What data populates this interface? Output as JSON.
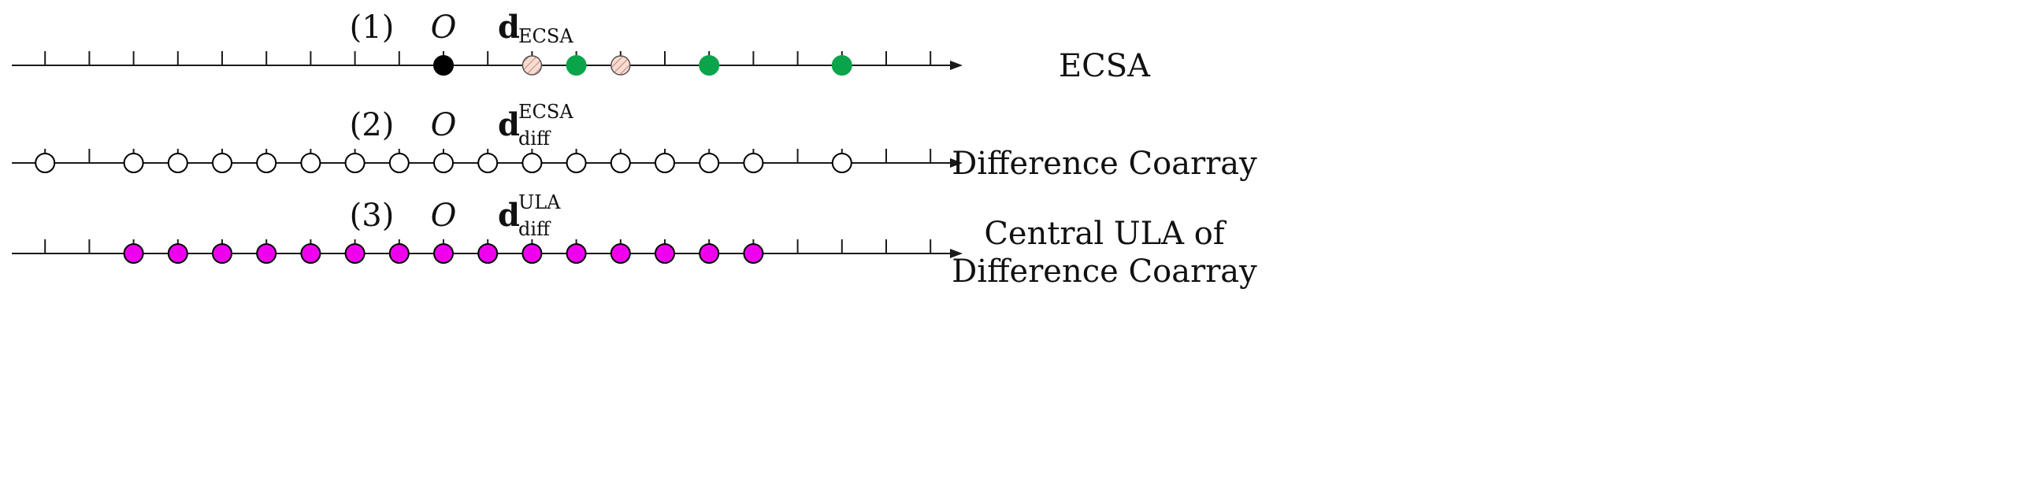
{
  "rows": [
    {
      "id": "row-1",
      "number": "(1)",
      "origin": "O",
      "vector_base": "d",
      "vector_sub": "ECSA",
      "vector_sup": "",
      "right_label_lines": [
        "ECSA"
      ],
      "tick_positions": [
        -9,
        -8,
        -7,
        -6,
        -5,
        -4,
        -3,
        -2,
        -1,
        0,
        1,
        2,
        3,
        4,
        5,
        6,
        7,
        8,
        9,
        10,
        11
      ],
      "markers": [
        {
          "pos": 0,
          "style": "black"
        },
        {
          "pos": 2,
          "style": "hatched"
        },
        {
          "pos": 3,
          "style": "green"
        },
        {
          "pos": 4,
          "style": "hatched"
        },
        {
          "pos": 6,
          "style": "green"
        },
        {
          "pos": 9,
          "style": "green"
        }
      ]
    },
    {
      "id": "row-2",
      "number": "(2)",
      "origin": "O",
      "vector_base": "d",
      "vector_sub": "diff",
      "vector_sup": "ECSA",
      "right_label_lines": [
        "Difference Coarray"
      ],
      "tick_positions": [
        -9,
        -8,
        -7,
        -6,
        -5,
        -4,
        -3,
        -2,
        -1,
        0,
        1,
        2,
        3,
        4,
        5,
        6,
        7,
        8,
        9,
        10,
        11
      ],
      "markers": [
        {
          "pos": -9,
          "style": "white"
        },
        {
          "pos": -7,
          "style": "white"
        },
        {
          "pos": -6,
          "style": "white"
        },
        {
          "pos": -5,
          "style": "white"
        },
        {
          "pos": -4,
          "style": "white"
        },
        {
          "pos": -3,
          "style": "white"
        },
        {
          "pos": -2,
          "style": "white"
        },
        {
          "pos": -1,
          "style": "white"
        },
        {
          "pos": 0,
          "style": "white"
        },
        {
          "pos": 1,
          "style": "white"
        },
        {
          "pos": 2,
          "style": "white"
        },
        {
          "pos": 3,
          "style": "white"
        },
        {
          "pos": 4,
          "style": "white"
        },
        {
          "pos": 5,
          "style": "white"
        },
        {
          "pos": 6,
          "style": "white"
        },
        {
          "pos": 7,
          "style": "white"
        },
        {
          "pos": 9,
          "style": "white"
        }
      ]
    },
    {
      "id": "row-3",
      "number": "(3)",
      "origin": "O",
      "vector_base": "d",
      "vector_sub": "diff",
      "vector_sup": "ULA",
      "right_label_lines": [
        "Central ULA of",
        "Difference Coarray"
      ],
      "tick_positions": [
        -9,
        -8,
        -7,
        -6,
        -5,
        -4,
        -3,
        -2,
        -1,
        0,
        1,
        2,
        3,
        4,
        5,
        6,
        7,
        8,
        9,
        10,
        11
      ],
      "markers": [
        {
          "pos": -7,
          "style": "magenta"
        },
        {
          "pos": -6,
          "style": "magenta"
        },
        {
          "pos": -5,
          "style": "magenta"
        },
        {
          "pos": -4,
          "style": "magenta"
        },
        {
          "pos": -3,
          "style": "magenta"
        },
        {
          "pos": -2,
          "style": "magenta"
        },
        {
          "pos": -1,
          "style": "magenta"
        },
        {
          "pos": 0,
          "style": "magenta"
        },
        {
          "pos": 1,
          "style": "magenta"
        },
        {
          "pos": 2,
          "style": "magenta"
        },
        {
          "pos": 3,
          "style": "magenta"
        },
        {
          "pos": 4,
          "style": "magenta"
        },
        {
          "pos": 5,
          "style": "magenta"
        },
        {
          "pos": 6,
          "style": "magenta"
        },
        {
          "pos": 7,
          "style": "magenta"
        }
      ]
    }
  ],
  "colors": {
    "axis": "#1a1a1a",
    "black": "#000000",
    "green": "#0aa54a",
    "magenta": "#ee00ee",
    "hatched_fill": "#f6dcd2",
    "hatched_line": "#c98070",
    "white": "#ffffff"
  },
  "icon_names": {
    "axis_arrow": "arrow-right-icon"
  }
}
